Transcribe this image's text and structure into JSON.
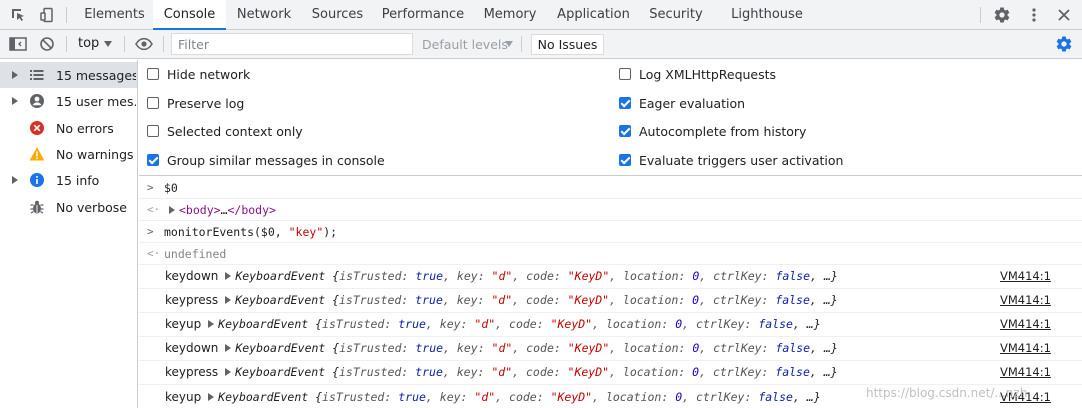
{
  "tabs": [
    {
      "label": "Elements"
    },
    {
      "label": "Console"
    },
    {
      "label": "Network"
    },
    {
      "label": "Sources"
    },
    {
      "label": "Performance"
    },
    {
      "label": "Memory"
    },
    {
      "label": "Application"
    },
    {
      "label": "Security"
    },
    {
      "label": "Lighthouse"
    }
  ],
  "active_tab": "Console",
  "toolbar": {
    "context": "top",
    "filter_placeholder": "Filter",
    "levels": "Default levels",
    "issues": "No Issues"
  },
  "sidebar": {
    "items": [
      {
        "label": "15 messages",
        "icon": "list-icon"
      },
      {
        "label": "15 user mes…",
        "icon": "user-icon"
      },
      {
        "label": "No errors",
        "icon": "error-icon"
      },
      {
        "label": "No warnings",
        "icon": "warning-icon"
      },
      {
        "label": "15 info",
        "icon": "info-icon"
      },
      {
        "label": "No verbose",
        "icon": "bug-icon"
      }
    ]
  },
  "settings": {
    "left": [
      {
        "label": "Hide network",
        "checked": false
      },
      {
        "label": "Preserve log",
        "checked": false
      },
      {
        "label": "Selected context only",
        "checked": false
      },
      {
        "label": "Group similar messages in console",
        "checked": true
      }
    ],
    "right": [
      {
        "label": "Log XMLHttpRequests",
        "checked": false
      },
      {
        "label": "Eager evaluation",
        "checked": true
      },
      {
        "label": "Autocomplete from history",
        "checked": true
      },
      {
        "label": "Evaluate triggers user activation",
        "checked": true
      }
    ]
  },
  "console": {
    "cmd1": "$0",
    "result1_open": "<body>",
    "result1_ellipsis": "…",
    "result1_close": "</body>",
    "cmd2_prefix": "monitorEvents($0, ",
    "cmd2_str": "\"key\"",
    "cmd2_suffix": ");",
    "result2": "undefined",
    "events": [
      {
        "type": "keydown"
      },
      {
        "type": "keypress"
      },
      {
        "type": "keyup"
      },
      {
        "type": "keydown"
      },
      {
        "type": "keypress"
      },
      {
        "type": "keyup"
      }
    ],
    "event_object": {
      "class": "KeyboardEvent",
      "open": " {",
      "p1k": "isTrusted: ",
      "p1v": "true",
      "p2k": ", key: ",
      "p2v": "\"d\"",
      "p3k": ", code: ",
      "p3v": "\"KeyD\"",
      "p4k": ", location: ",
      "p4v": "0",
      "p5k": ", ctrlKey: ",
      "p5v": "false",
      "close": ", …}"
    },
    "source": "VM414:1"
  },
  "watermark": "https://blog.csdn.net/...nzh",
  "colors": {
    "accent": "#1a73e8",
    "error": "#d93025",
    "warning": "#f9ab00",
    "info": "#1a73e8"
  }
}
